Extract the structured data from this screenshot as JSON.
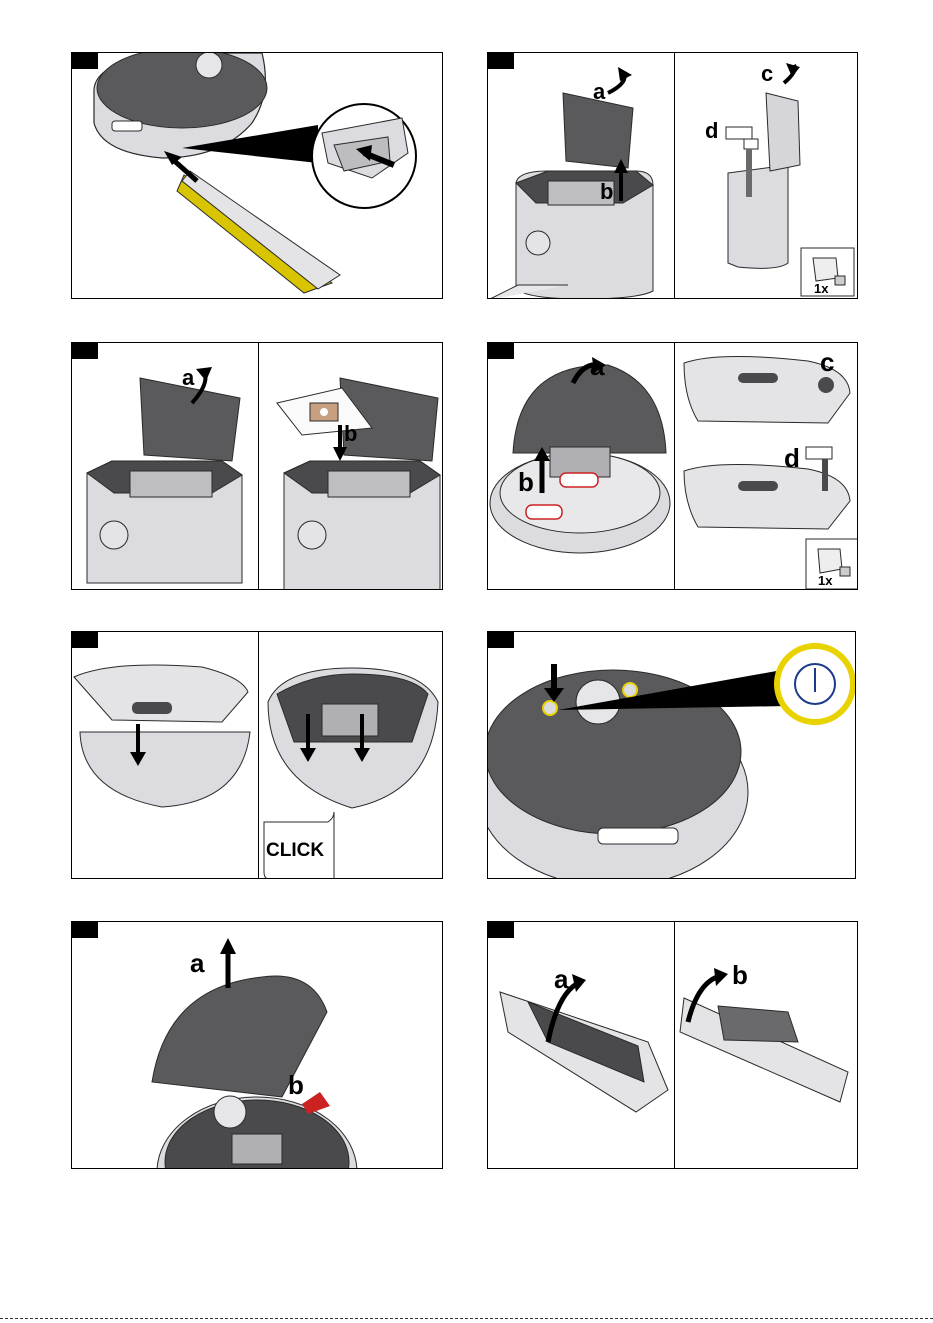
{
  "labels": {
    "a": "a",
    "b": "b",
    "c": "c",
    "d": "d",
    "qty": "1x",
    "click": "CLICK"
  },
  "colors": {
    "device_body": "#dcdce0",
    "device_lid": "#5a5a5c",
    "outline": "#2a2a2a",
    "brush_yellow": "#d8c400",
    "highlight_red": "#cc2222",
    "button_ring_yellow": "#e8d200",
    "power_icon_blue": "#1a3a8a"
  },
  "icons": [
    "arrow-icon",
    "tap-icon",
    "bottle-icon",
    "power-icon",
    "magnifier-circle-icon"
  ]
}
